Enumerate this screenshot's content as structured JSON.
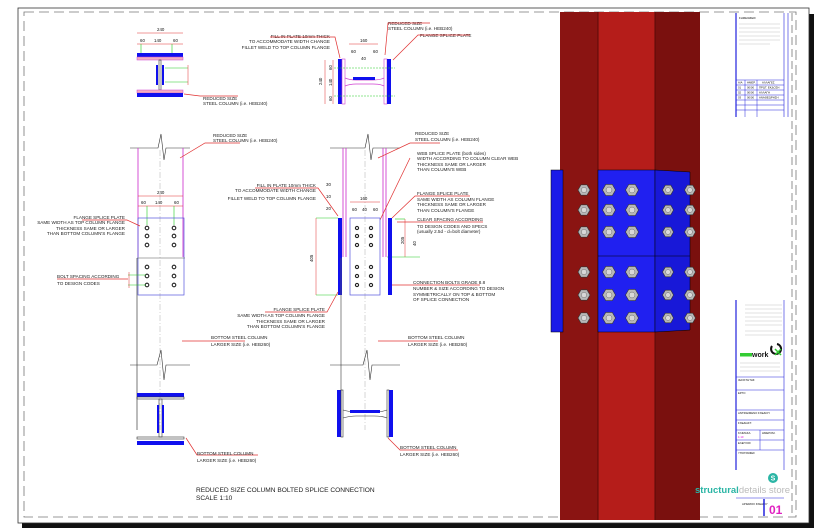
{
  "drawing": {
    "title": "REDUCED SIZE COLUMN BOLTED SPLICE CONNECTION",
    "scale": "SCALE 1:10"
  },
  "notes": {
    "plan_top_left_reduced": [
      "REDUCED SIZE",
      "STEEL COLUMN (i.e. HEB240)"
    ],
    "plan_top_fill": [
      "FILL IN PLATE 10mm THICK",
      "TO ACCOMMODATE WIDTH CHANGE",
      "FILLET WELD TO TOP COLUMN FLANGE"
    ],
    "plan_top_right_reduced": [
      "REDUCED SIZE",
      "STEEL COLUMN (i.e. HEB240)"
    ],
    "plan_top_right_flange": "FLANGE SPLICE PLATE",
    "elev_left_reduced": [
      "REDUCED SIZE",
      "STEEL COLUMN (i.e. HEB240)"
    ],
    "elev_left_flange_plate": [
      "FLANGE SPLICE PLATE",
      "SAME WIDTH AS TOP COLUMN FLANGE",
      "THICKNESS SAME OR LARGER",
      "THAN BOTTOM COLUMN'S FLANGE"
    ],
    "elev_left_bolt_spacing": [
      "BOLT SPACING ACCORDING",
      "TO DESIGN CODES"
    ],
    "elev_fill": [
      "FILL IN PLATE 10mm THICK",
      "TO ACCOMMODATE WIDTH CHANGE",
      "FILLET WELD TO TOP COLUMN FLANGE"
    ],
    "elev_right_reduced": [
      "REDUCED SIZE",
      "STEEL COLUMN (i.e. HEB240)"
    ],
    "elev_right_web_plate": [
      "WEB SPLICE PLATE (both sides)",
      "WIDTH ACCORDING TO COLUMN CLEAR WEB",
      "THICKNESS SAME OR LARGER",
      "THAN COLUMN'S WEB"
    ],
    "elev_right_flange_plate": [
      "FLANGE SPLICE PLATE",
      "SAME WIDTH AS COLUMN FLANGE",
      "THICKNESS SAME OR LARGER",
      "THAN COLUMN'S FLANGE"
    ],
    "elev_right_clear_spacing": [
      "CLEAR SPACING ACCORDING",
      "TO DESIGN CODES AND SPECS",
      "(usually 2.5d - d=bolt diameter)"
    ],
    "elev_right_bolts": [
      "CONNECTION BOLTS GRADE 8.8",
      "NUMBER & SIZE ACCORDING TO DESIGN",
      "SYMMETRICALLY ON TOP & BOTTOM",
      "OF SPLICE CONNECTION"
    ],
    "elev_mid_flange_plate": [
      "FLANGE SPLICE PLATE",
      "SAME WIDTH AS TOP COLUMN FLANGE",
      "THICKNESS SAME OR LARGER",
      "THAN BOTTOM COLUMN'S FLANGE"
    ],
    "elev_left_bottom_col": [
      "BOTTOM STEEL COLUMN",
      "LARGER SIZE (i.e. HEB260)"
    ],
    "elev_right_bottom_col": [
      "BOTTOM STEEL COLUMN",
      "LARGER SIZE (i.e. HEB260)"
    ],
    "plan_bottom_left": [
      "BOTTOM STEEL COLUMN",
      "LARGER SIZE (i.e. HEB260)"
    ],
    "plan_bottom_right": [
      "BOTTOM STEEL COLUMN",
      "LARGER SIZE (i.e. HEB260)"
    ]
  },
  "dimensions": {
    "plan_left": [
      "240",
      "60",
      "140",
      "60"
    ],
    "plan_right": [
      "160",
      "60",
      "40",
      "60",
      "240",
      "60",
      "140",
      "60"
    ],
    "elev_left": [
      "240",
      "60",
      "140",
      "60"
    ],
    "elev_right": [
      "30",
      "10",
      "20",
      "160",
      "60",
      "40",
      "60",
      "405",
      "205",
      "40"
    ]
  },
  "title_block": {
    "notes_heading": "ΣΗΜΕΙΩΣΕΙΣ",
    "rev_headers": [
      "A/A",
      "ΗΜΕΡ.",
      "ΑΛΛΑΓΕΣ"
    ],
    "revisions": [
      [
        "01",
        "00/00",
        "ΠΡΩΤ. ΕΚΔΟΣΗ"
      ],
      [
        "02",
        "00/00",
        "ΑΛΛΑΓΗ"
      ],
      [
        "03",
        "00/00",
        "ΑΝΑΘΕΩΡΗΣΗ"
      ]
    ],
    "company": "work",
    "owner_label": "ΙΔΙΟΚΤΗΤΗΣ",
    "project_label": "ΕΡΓΟ",
    "drawing_label": "ΑΝΤΙΚΕΙΜΕΝΟ ΣΧΕΔΙΟΥ",
    "designer_label": "ΣΧΕΔΙΑΣΤ.",
    "scale_label": "ΚΛΙΜΑΚΑ",
    "scale_value": "1:10",
    "date_label": "ΗΜΕΡΟΜ.",
    "check_label": "ΕΛΕΓΧΟΣ",
    "sign_label": "ΥΠΟΓΡΑΦΕΣ",
    "sheet_label": "ΑΡΙΘΜΟΣ ΣΧΕΔΙΟΥ",
    "sheet_number": "01",
    "brand_bold": "structural",
    "brand_light": "details store",
    "brand_icon": "s-logo-icon"
  },
  "colors": {
    "plate_blue": "#1010ee",
    "column_red": "#b01a18",
    "leader_red": "#e03030",
    "dim_green": "#22cc22",
    "column_magenta": "#d040d0",
    "brand_teal": "#2ab5a5",
    "sheet_magenta": "#e020c0"
  }
}
